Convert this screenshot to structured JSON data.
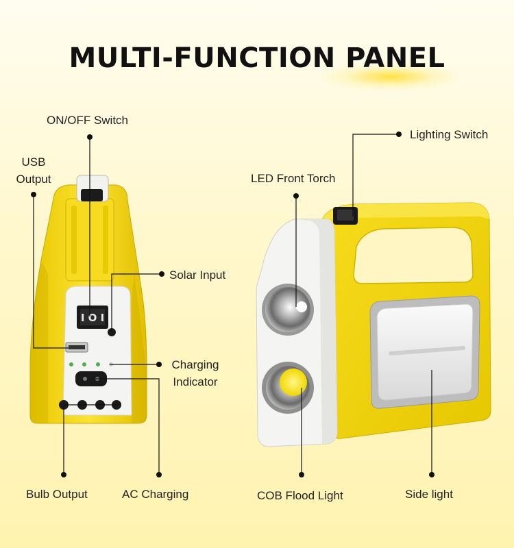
{
  "title": "MULTI-FUNCTION PANEL",
  "labels": {
    "on_off_switch": "ON/OFF Switch",
    "usb_output_line1": "USB",
    "usb_output_line2": "Output",
    "solar_input": "Solar Input",
    "charging_indicator_line1": "Charging",
    "charging_indicator_line2": "Indicator",
    "bulb_output": "Bulb Output",
    "ac_charging": "AC Charging",
    "lighting_switch": "Lighting Switch",
    "led_front_torch": "LED Front Torch",
    "cob_flood_light": "COB Flood Light",
    "side_light": "Side light"
  },
  "colors": {
    "product_yellow": "#f2d612",
    "panel_white": "#f4f4f2",
    "accent": "#ffd600",
    "text": "#111111"
  }
}
